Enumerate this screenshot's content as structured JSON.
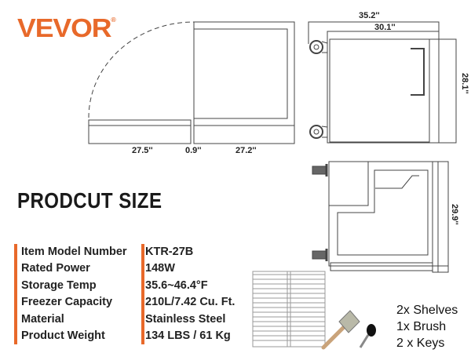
{
  "brand": {
    "logo": "VEVOR",
    "registered": "®",
    "accent_color": "#e8692a"
  },
  "title": "PRODCUT SIZE",
  "dimensions": {
    "depth_open": "27.5''",
    "gap": "0.9''",
    "depth": "27.2''",
    "overall_width": "35.2''",
    "body_width": "30.1''",
    "height_front": "28.1''",
    "height_side": "29.9''"
  },
  "specs": [
    {
      "label": "Item Model Number",
      "value": "KTR-27B"
    },
    {
      "label": "Rated Power",
      "value": "148W"
    },
    {
      "label": "Storage Temp",
      "value": "35.6~46.4°F"
    },
    {
      "label": "Freezer Capacity",
      "value": "210L/7.42 Cu. Ft."
    },
    {
      "label": "Material",
      "value": "Stainless Steel"
    },
    {
      "label": "Product Weight",
      "value": "134 LBS / 61 Kg"
    }
  ],
  "accessories": [
    "2x Shelves",
    "1x Brush",
    "2 x Keys"
  ]
}
